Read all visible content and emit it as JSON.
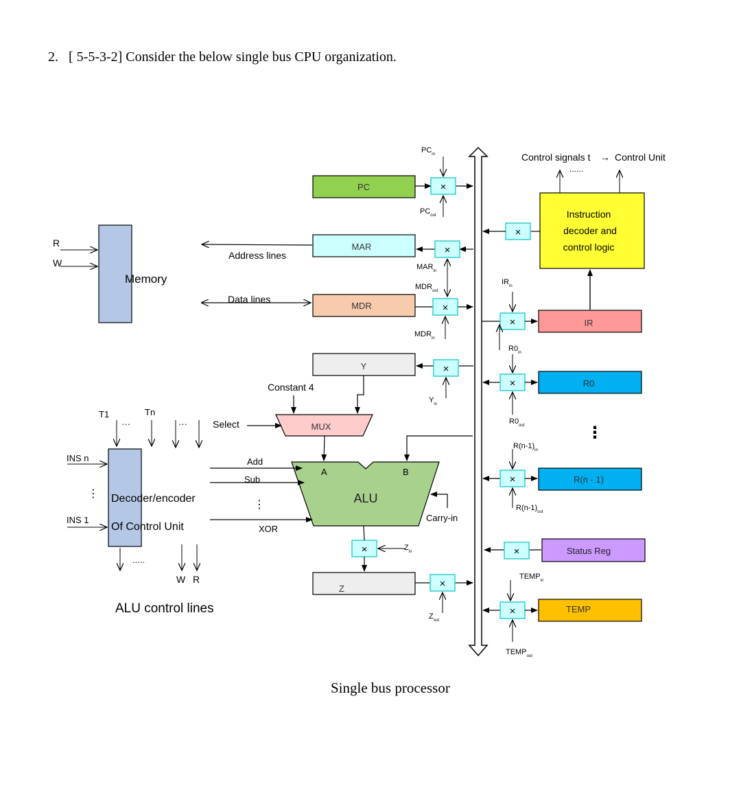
{
  "question": {
    "number": "2.",
    "text": "[ 5-5-3-2] Consider the below single bus CPU organization."
  },
  "caption": "Single bus processor",
  "memory": {
    "label": "Memory",
    "r": "R",
    "w": "W",
    "address_lines": "Address lines",
    "data_lines": "Data lines"
  },
  "registers": {
    "pc": "PC",
    "mar": "MAR",
    "mdr": "MDR",
    "y": "Y",
    "z": "Z",
    "ir": "IR",
    "r0": "R0",
    "rn_1": "R(n - 1)",
    "status": "Status Reg",
    "temp": "TEMP"
  },
  "signals": {
    "pc_in": {
      "base": "PC",
      "sub": "in"
    },
    "pc_out": {
      "base": "PC",
      "sub": "out"
    },
    "mar_in": {
      "base": "MAR",
      "sub": "in"
    },
    "mdr_out": {
      "base": "MDR",
      "sub": "out"
    },
    "mdr_in": {
      "base": "MDR",
      "sub": "in"
    },
    "y_in": {
      "base": "Y",
      "sub": "in"
    },
    "z_in": {
      "base": "Z",
      "sub": "in"
    },
    "z_out": {
      "base": "Z",
      "sub": "out"
    },
    "ir_in": {
      "base": "IR",
      "sub": "in"
    },
    "r0_in": {
      "base": "R0",
      "sub": "in"
    },
    "r0_out": {
      "base": "R0",
      "sub": "out"
    },
    "rn_in": {
      "base": "R(n-1)",
      "sub": "in"
    },
    "rn_out": {
      "base": "R(n-1)",
      "sub": "out"
    },
    "temp_in": {
      "base": "TEMP",
      "sub": "in"
    },
    "temp_out": {
      "base": "TEMP",
      "sub": "out"
    }
  },
  "control": {
    "signals_label": "Control signals t",
    "control_unit": "Control Unit",
    "dots": "......",
    "decoder_lines": [
      "Instruction",
      "decoder and",
      "control logic"
    ]
  },
  "alu": {
    "label": "ALU",
    "a": "A",
    "b": "B",
    "carry_in": "Carry-in",
    "mux": "MUX",
    "constant": "Constant 4",
    "select": "Select",
    "add": "Add",
    "sub": "Sub",
    "xor": "XOR"
  },
  "decoder": {
    "line1": "Decoder/encoder",
    "line2": "Of Control Unit",
    "t1": "T1",
    "tn": "Tn",
    "ins_n": "INS n",
    "ins_1": "INS 1",
    "w": "W",
    "r": "R",
    "dots": ".....",
    "hdots": "···",
    "alu_control_lines": "ALU control lines"
  },
  "colors": {
    "pc": "#92d050",
    "mar": "#ccffff",
    "mdr": "#f8cbad",
    "y": "#eeeeee",
    "z": "#eeeeee",
    "ir": "#ff9999",
    "r0": "#00b0f0",
    "rn": "#00b0f0",
    "status": "#cc99ff",
    "temp": "#ffc000",
    "decoder": "#ffff33",
    "memory": "#b4c7e7",
    "mux": "#ffcccc",
    "alu": "#a9d18e",
    "gate": "#ccffff",
    "gate_border": "#33cccc"
  }
}
